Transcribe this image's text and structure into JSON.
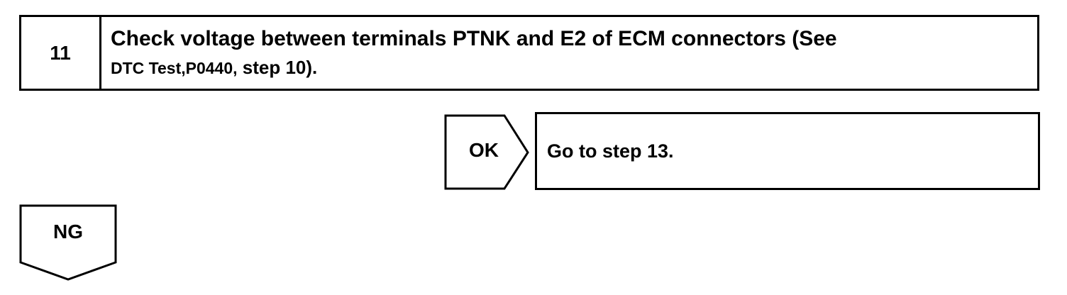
{
  "step": {
    "number": "11",
    "line1": "Check voltage between terminals PTNK and E2 of ECM connectors (See",
    "line2_small": "DTC Test,P0440,",
    "line2_rest": " step 10)."
  },
  "ok_branch": {
    "label": "OK",
    "action": "Go to step 13."
  },
  "ng_branch": {
    "label": "NG"
  }
}
